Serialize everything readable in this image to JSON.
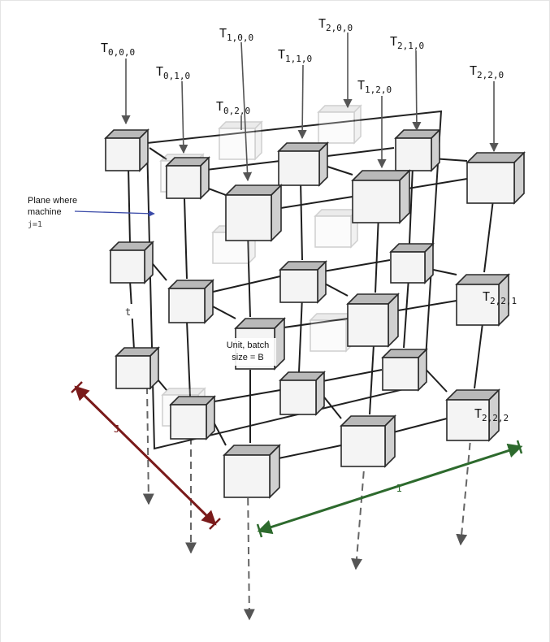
{
  "diagram": {
    "top_labels": [
      {
        "main": "T",
        "sub": "0,0,0"
      },
      {
        "main": "T",
        "sub": "1,0,0"
      },
      {
        "main": "T",
        "sub": "2,0,0"
      },
      {
        "main": "T",
        "sub": "0,1,0"
      },
      {
        "main": "T",
        "sub": "1,1,0"
      },
      {
        "main": "T",
        "sub": "2,1,0"
      },
      {
        "main": "T",
        "sub": "1,2,0"
      },
      {
        "main": "T",
        "sub": "0,2,0"
      },
      {
        "main": "T",
        "sub": "2,2,0"
      }
    ],
    "side_labels": [
      {
        "main": "T",
        "sub": "2,2,1"
      },
      {
        "main": "T",
        "sub": "2,2,2"
      }
    ],
    "plane_annotation": {
      "line1": "Plane where",
      "line2": "machine",
      "line3": "j=1"
    },
    "unit_annotation": {
      "line1": "Unit, batch",
      "line2": "size = B"
    },
    "axis_t": "t",
    "axis_J": "J",
    "axis_I": "I",
    "colors": {
      "axis_J": "#7a1a1a",
      "axis_I": "#2d6a2d",
      "plane_arrow": "#3a4aa8",
      "cube_front": "#f4f4f4",
      "cube_top": "#b9b9b9",
      "cube_side": "#d0d0d0"
    }
  }
}
